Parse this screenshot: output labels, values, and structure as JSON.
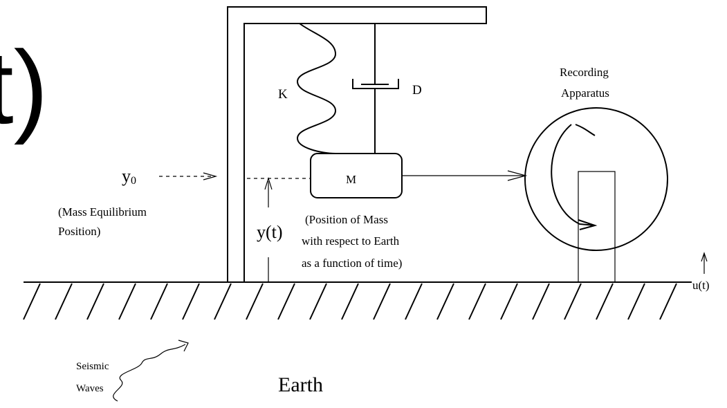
{
  "partial_heading_glyph": "t)",
  "labels": {
    "spring": "K",
    "damper": "D",
    "mass": "M",
    "recording_line1": "Recording",
    "recording_line2": "Apparatus",
    "y0_base": "y",
    "y0_sub": "0",
    "equilibrium_line1": "(Mass Equilibrium",
    "equilibrium_line2": "Position)",
    "y_of_t": "y(t)",
    "mass_position_line1": "(Position of Mass",
    "mass_position_line2": "with respect to Earth",
    "mass_position_line3": "as a function of time)",
    "ground_motion": "u(t)",
    "waves_line1": "Seismic",
    "waves_line2": "Waves",
    "earth": "Earth"
  }
}
